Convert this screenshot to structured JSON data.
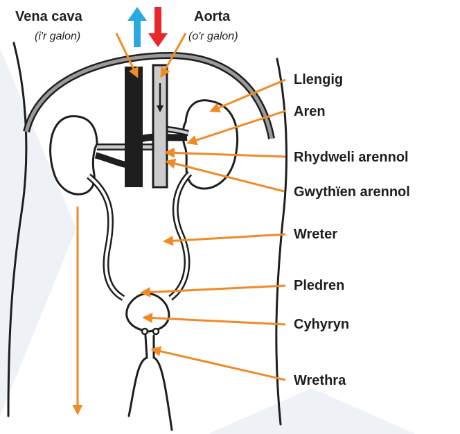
{
  "colors": {
    "pointer": "#f08a24",
    "vein_arrow": "#29a9e1",
    "artery_arrow": "#e8262c",
    "outline": "#1e1e1e",
    "background_shape": "#eef1f6"
  },
  "labels": {
    "vena_cava": "Vena cava",
    "vena_cava_sub": "(i'r galon)",
    "aorta": "Aorta",
    "aorta_sub": "(o'r galon)",
    "llengig": "Llengig",
    "aren": "Aren",
    "rhydweli_arennol": "Rhydweli arennol",
    "gwythien_arennol": "Gwythïen arennol",
    "wreter": "Wreter",
    "pledren": "Pledren",
    "cyhyryn": "Cyhyryn",
    "wrethra": "Wrethra"
  },
  "icons": {
    "up_arrow": "blood-to-heart-arrow-icon",
    "down_arrow": "blood-from-heart-arrow-icon"
  }
}
